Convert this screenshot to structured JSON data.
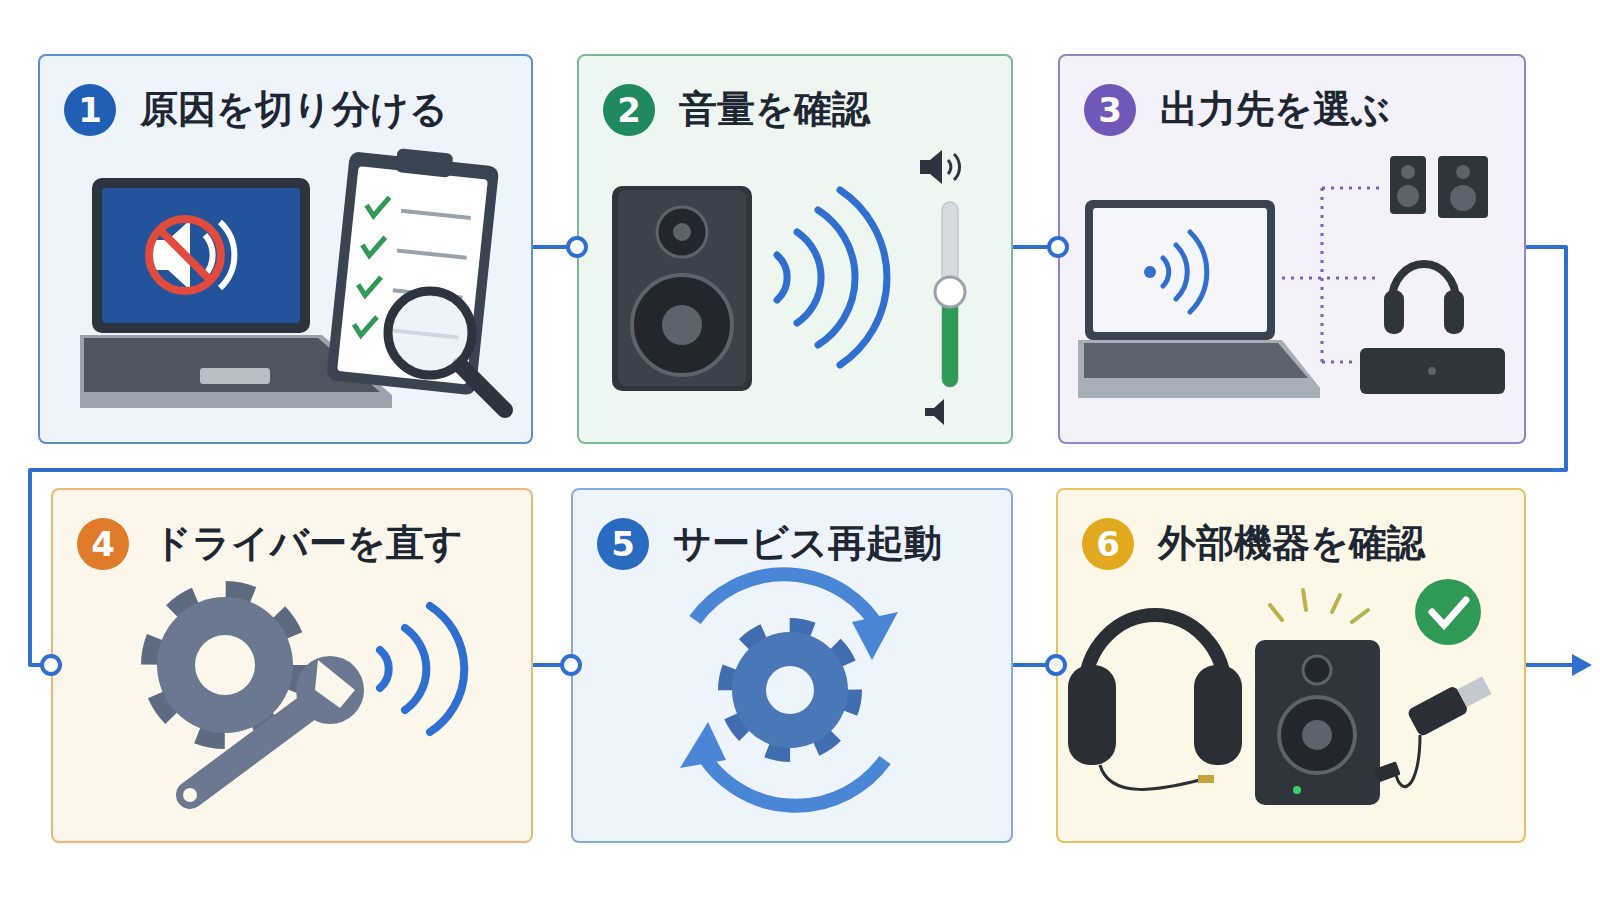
{
  "diagram": {
    "nodes": [
      {
        "text": [
          "原因を切り分ける"
        ]
      },
      {
        "text": [
          "1"
        ],
        "in": 0
      },
      {
        "text": [
          "音量を確認"
        ]
      },
      {
        "text": [
          "2"
        ],
        "in": 2
      },
      {
        "text": [
          "出力先を選ぶ"
        ]
      },
      {
        "text": [
          "3"
        ],
        "in": 4
      },
      {
        "text": [
          "ドライバーを直す"
        ]
      },
      {
        "text": [
          "4"
        ],
        "in": 6
      },
      {
        "text": [
          "サービス再起動"
        ]
      },
      {
        "text": [
          "5"
        ],
        "in": 8
      },
      {
        "text": [
          "外部機器を確認"
        ]
      },
      {
        "text": [
          "6"
        ],
        "in": 10
      }
    ],
    "edges": [
      {
        "from": 0,
        "to": 2,
        "arrow": "to"
      },
      {
        "from": 2,
        "to": 4,
        "arrow": "to"
      },
      {
        "from": 4,
        "to": 6,
        "arrow": "to"
      },
      {
        "from": 6,
        "to": 8,
        "arrow": "to"
      },
      {
        "from": 8,
        "to": 10,
        "arrow": "to"
      }
    ]
  }
}
